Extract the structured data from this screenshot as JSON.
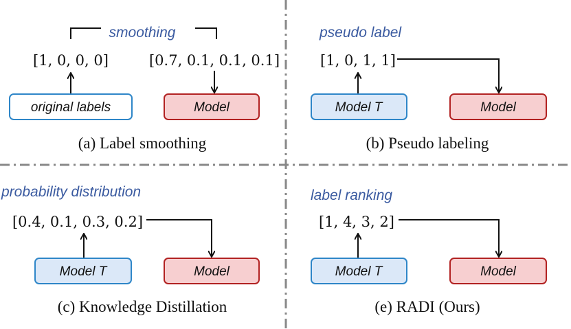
{
  "panels": {
    "a": {
      "caption": "(a) Label smoothing",
      "annotation": "smoothing",
      "left_vector": "[1, 0, 0, 0]",
      "right_vector": "[0.7, 0.1, 0.1, 0.1]",
      "source_box": "original labels",
      "target_box": "Model"
    },
    "b": {
      "caption": "(b) Pseudo labeling",
      "annotation": "pseudo label",
      "vector": "[1, 0, 1, 1]",
      "source_box": "Model T",
      "target_box": "Model"
    },
    "c": {
      "caption": "(c) Knowledge Distillation",
      "annotation": "probability distribution",
      "vector": "[0.4, 0.1, 0.3, 0.2]",
      "source_box": "Model T",
      "target_box": "Model"
    },
    "e": {
      "caption": "(e) RADI (Ours)",
      "annotation": "label ranking",
      "vector": "[1, 4, 3, 2]",
      "source_box": "Model T",
      "target_box": "Model"
    }
  },
  "colors": {
    "annotation_text": "#3a5aa0",
    "teacher_box_fill": "#dbe8f8",
    "teacher_box_stroke": "#2e86c8",
    "student_box_fill": "#f7cfd0",
    "student_box_stroke": "#b22222",
    "divider": "#888888"
  }
}
